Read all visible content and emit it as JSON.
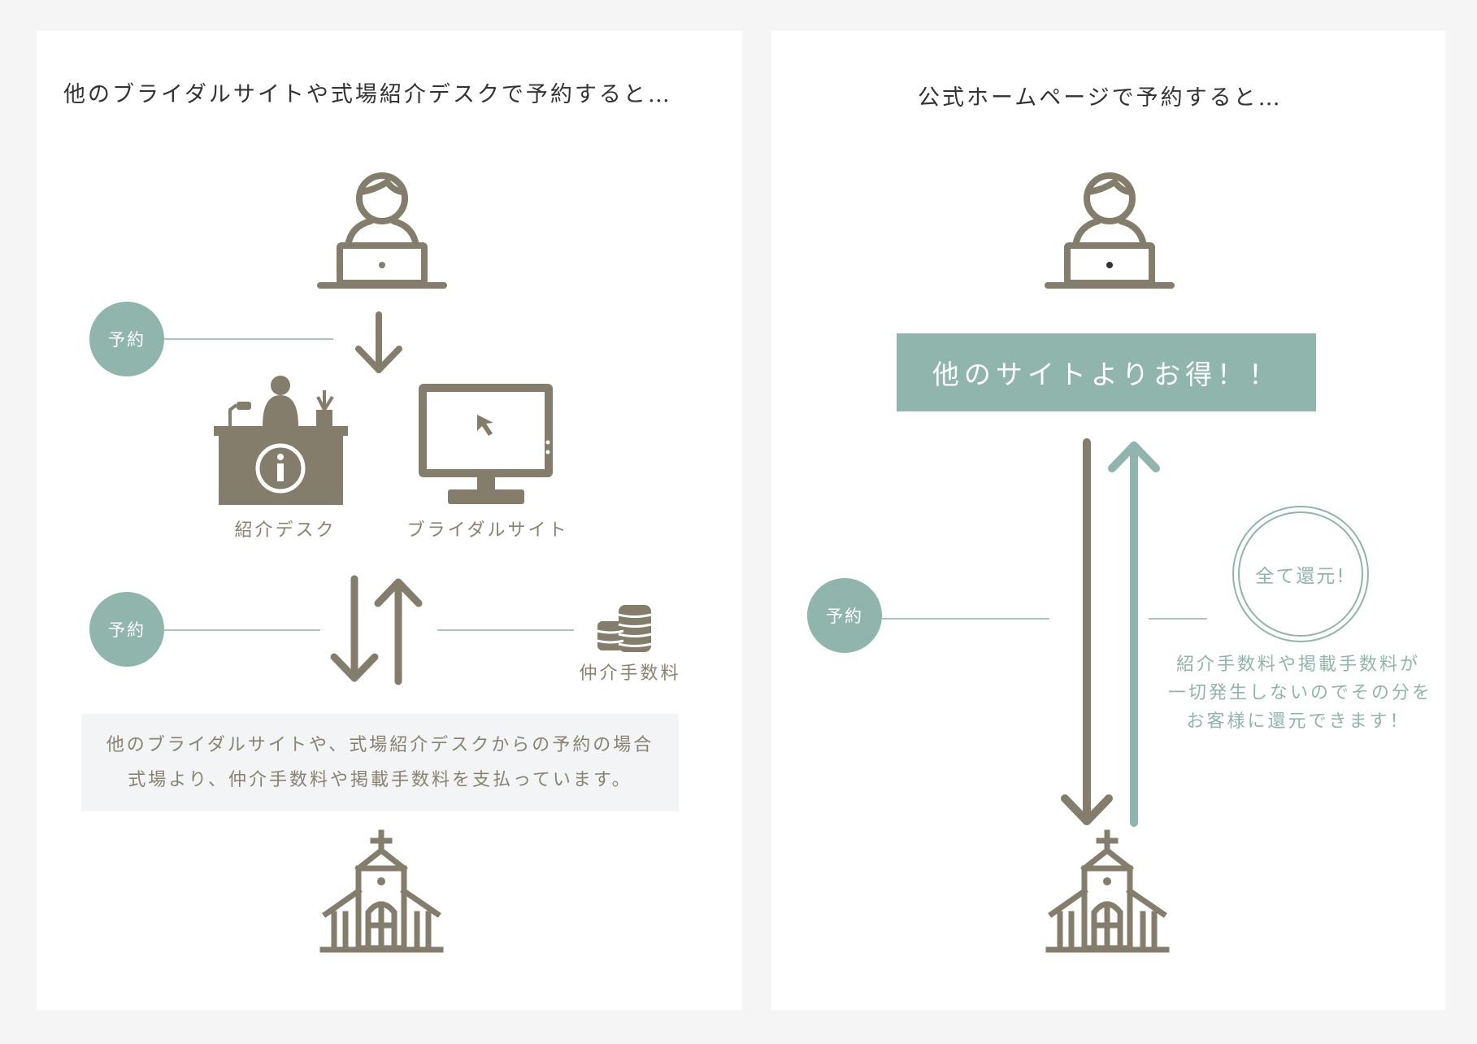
{
  "left_panel": {
    "title": "他のブライダルサイトや式場紹介デスクで予約すると…",
    "reserve_label_1": "予約",
    "reserve_label_2": "予約",
    "desk_label": "紹介デスク",
    "site_label": "ブライダルサイト",
    "fee_label": "仲介手数料",
    "note_lines": [
      "他のブライダルサイトや、式場紹介デスクからの予約の場合",
      "式場より、仲介手数料や掲載手数料を支払っています。"
    ]
  },
  "right_panel": {
    "title": "公式ホームページで予約すると…",
    "banner": "他のサイトよりお得！！",
    "reserve_label": "予約",
    "refund_label": "全て還元!",
    "note_lines": [
      "紹介手数料や掲載手数料が",
      "一切発生しないのでその分を",
      "お客様に還元できます！"
    ]
  },
  "colors": {
    "icon_brown": "#857d6b",
    "accent_green": "#8fb5ac",
    "note_bg": "#f3f4f5"
  },
  "icons": [
    "person-laptop-icon",
    "down-arrow-icon",
    "reception-desk-icon",
    "monitor-cursor-icon",
    "up-down-arrows-icon",
    "coins-icon",
    "church-icon"
  ]
}
